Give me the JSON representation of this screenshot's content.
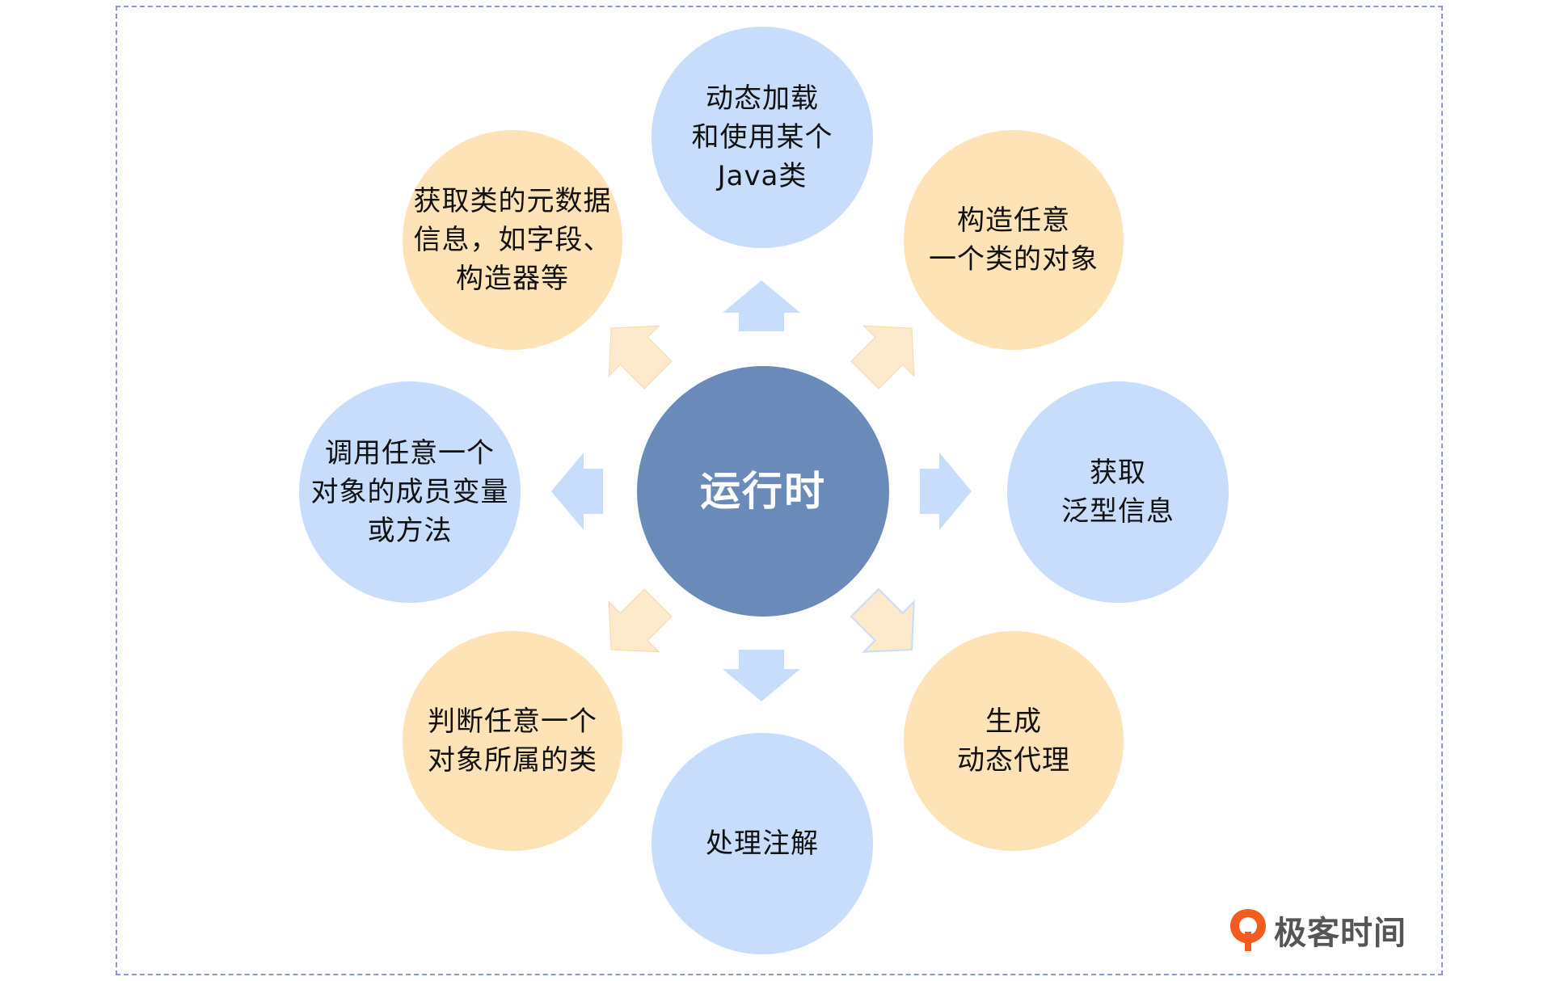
{
  "center": {
    "label": "运行时",
    "color": "#6a8bba"
  },
  "nodes": {
    "top": {
      "label": "动态加载\n和使用某个\nJava类",
      "color": "#c8dcfb"
    },
    "top_right": {
      "label": "构造任意\n一个类的对象",
      "color": "#fde3b5"
    },
    "right": {
      "label": "获取\n泛型信息",
      "color": "#c8dcfb"
    },
    "bottom_right": {
      "label": "生成\n动态代理",
      "color": "#fde3b5"
    },
    "bottom": {
      "label": "处理注解",
      "color": "#c8dcfb"
    },
    "bottom_left": {
      "label": "判断任意一个\n对象所属的类",
      "color": "#fde3b5"
    },
    "left": {
      "label": "调用任意一个\n对象的成员变量\n或方法",
      "color": "#c8dcfb"
    },
    "top_left": {
      "label": "获取类的元数据\n信息，如字段、\n构造器等",
      "color": "#fde3b5"
    }
  },
  "logo": {
    "text": "极客时间",
    "icon": "geektime-logo-icon",
    "color": "#f25c21"
  },
  "frame_color": "#8c98d6"
}
